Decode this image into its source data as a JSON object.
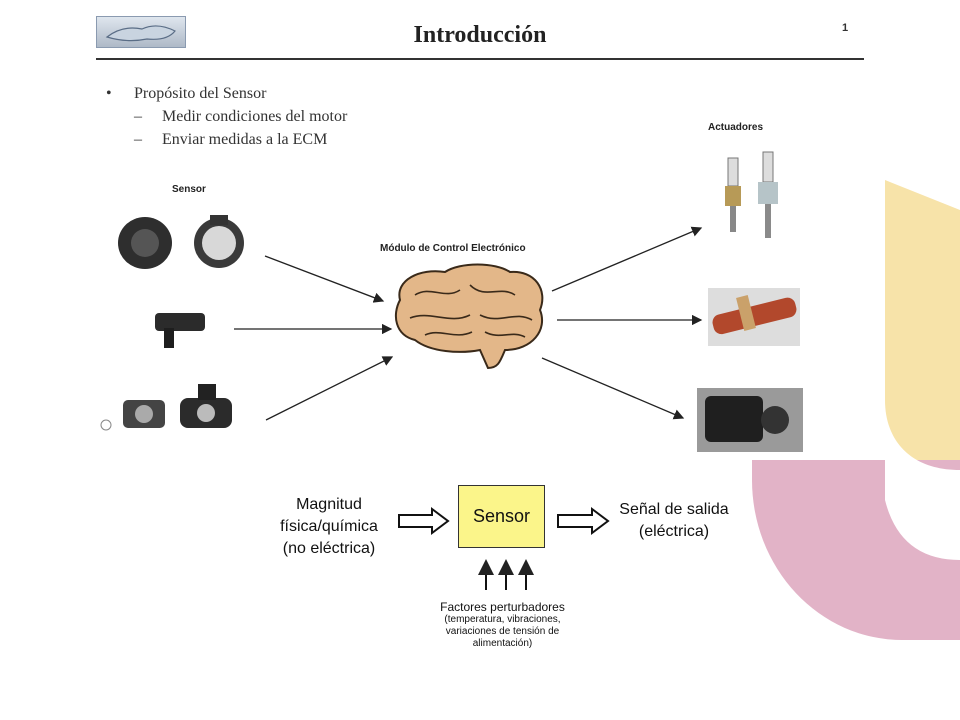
{
  "header": {
    "title": "Introducción",
    "page_number": "1",
    "logo_icon": "car-logo-icon"
  },
  "bullets": {
    "main": "Propósito del Sensor",
    "subs": [
      "Medir condiciones del motor",
      "Enviar medidas a la ECM"
    ]
  },
  "diagram": {
    "sensor_label": "Sensor",
    "ecm_label": "Módulo de Control Electrónico",
    "actuators_label": "Actuadores"
  },
  "flow": {
    "input_line1": "Magnitud",
    "input_line2": "física/química",
    "input_line3": "(no eléctrica)",
    "box": "Sensor",
    "output_line1": "Señal de salida",
    "output_line2": "(eléctrica)",
    "factors_title": "Factores perturbadores",
    "factors_line1": "(temperatura, vibraciones,",
    "factors_line2": "variaciones de tensión de",
    "factors_line3": "alimentación)"
  },
  "colors": {
    "yellow_deco": "#f7e3a9",
    "pink_deco": "#e2b3c7",
    "sensor_box": "#fbf58a"
  }
}
